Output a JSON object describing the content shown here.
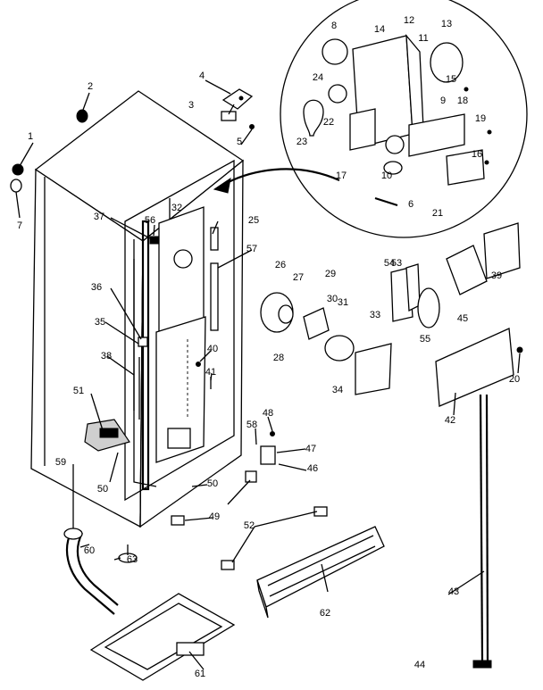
{
  "diagram": {
    "labels": [
      "1",
      "2",
      "3",
      "4",
      "5",
      "6",
      "7",
      "8",
      "9",
      "10",
      "11",
      "12",
      "13",
      "14",
      "15",
      "16",
      "17",
      "18",
      "19",
      "20",
      "21",
      "22",
      "23",
      "24",
      "25",
      "26",
      "27",
      "28",
      "29",
      "30",
      "31",
      "32",
      "33",
      "34",
      "35",
      "36",
      "37",
      "38",
      "39",
      "40",
      "41",
      "42",
      "43",
      "44",
      "45",
      "46",
      "47",
      "48",
      "49",
      "50",
      "50",
      "51",
      "52",
      "53",
      "54",
      "55",
      "56",
      "57",
      "58",
      "59",
      "60",
      "61",
      "62",
      "63"
    ]
  }
}
